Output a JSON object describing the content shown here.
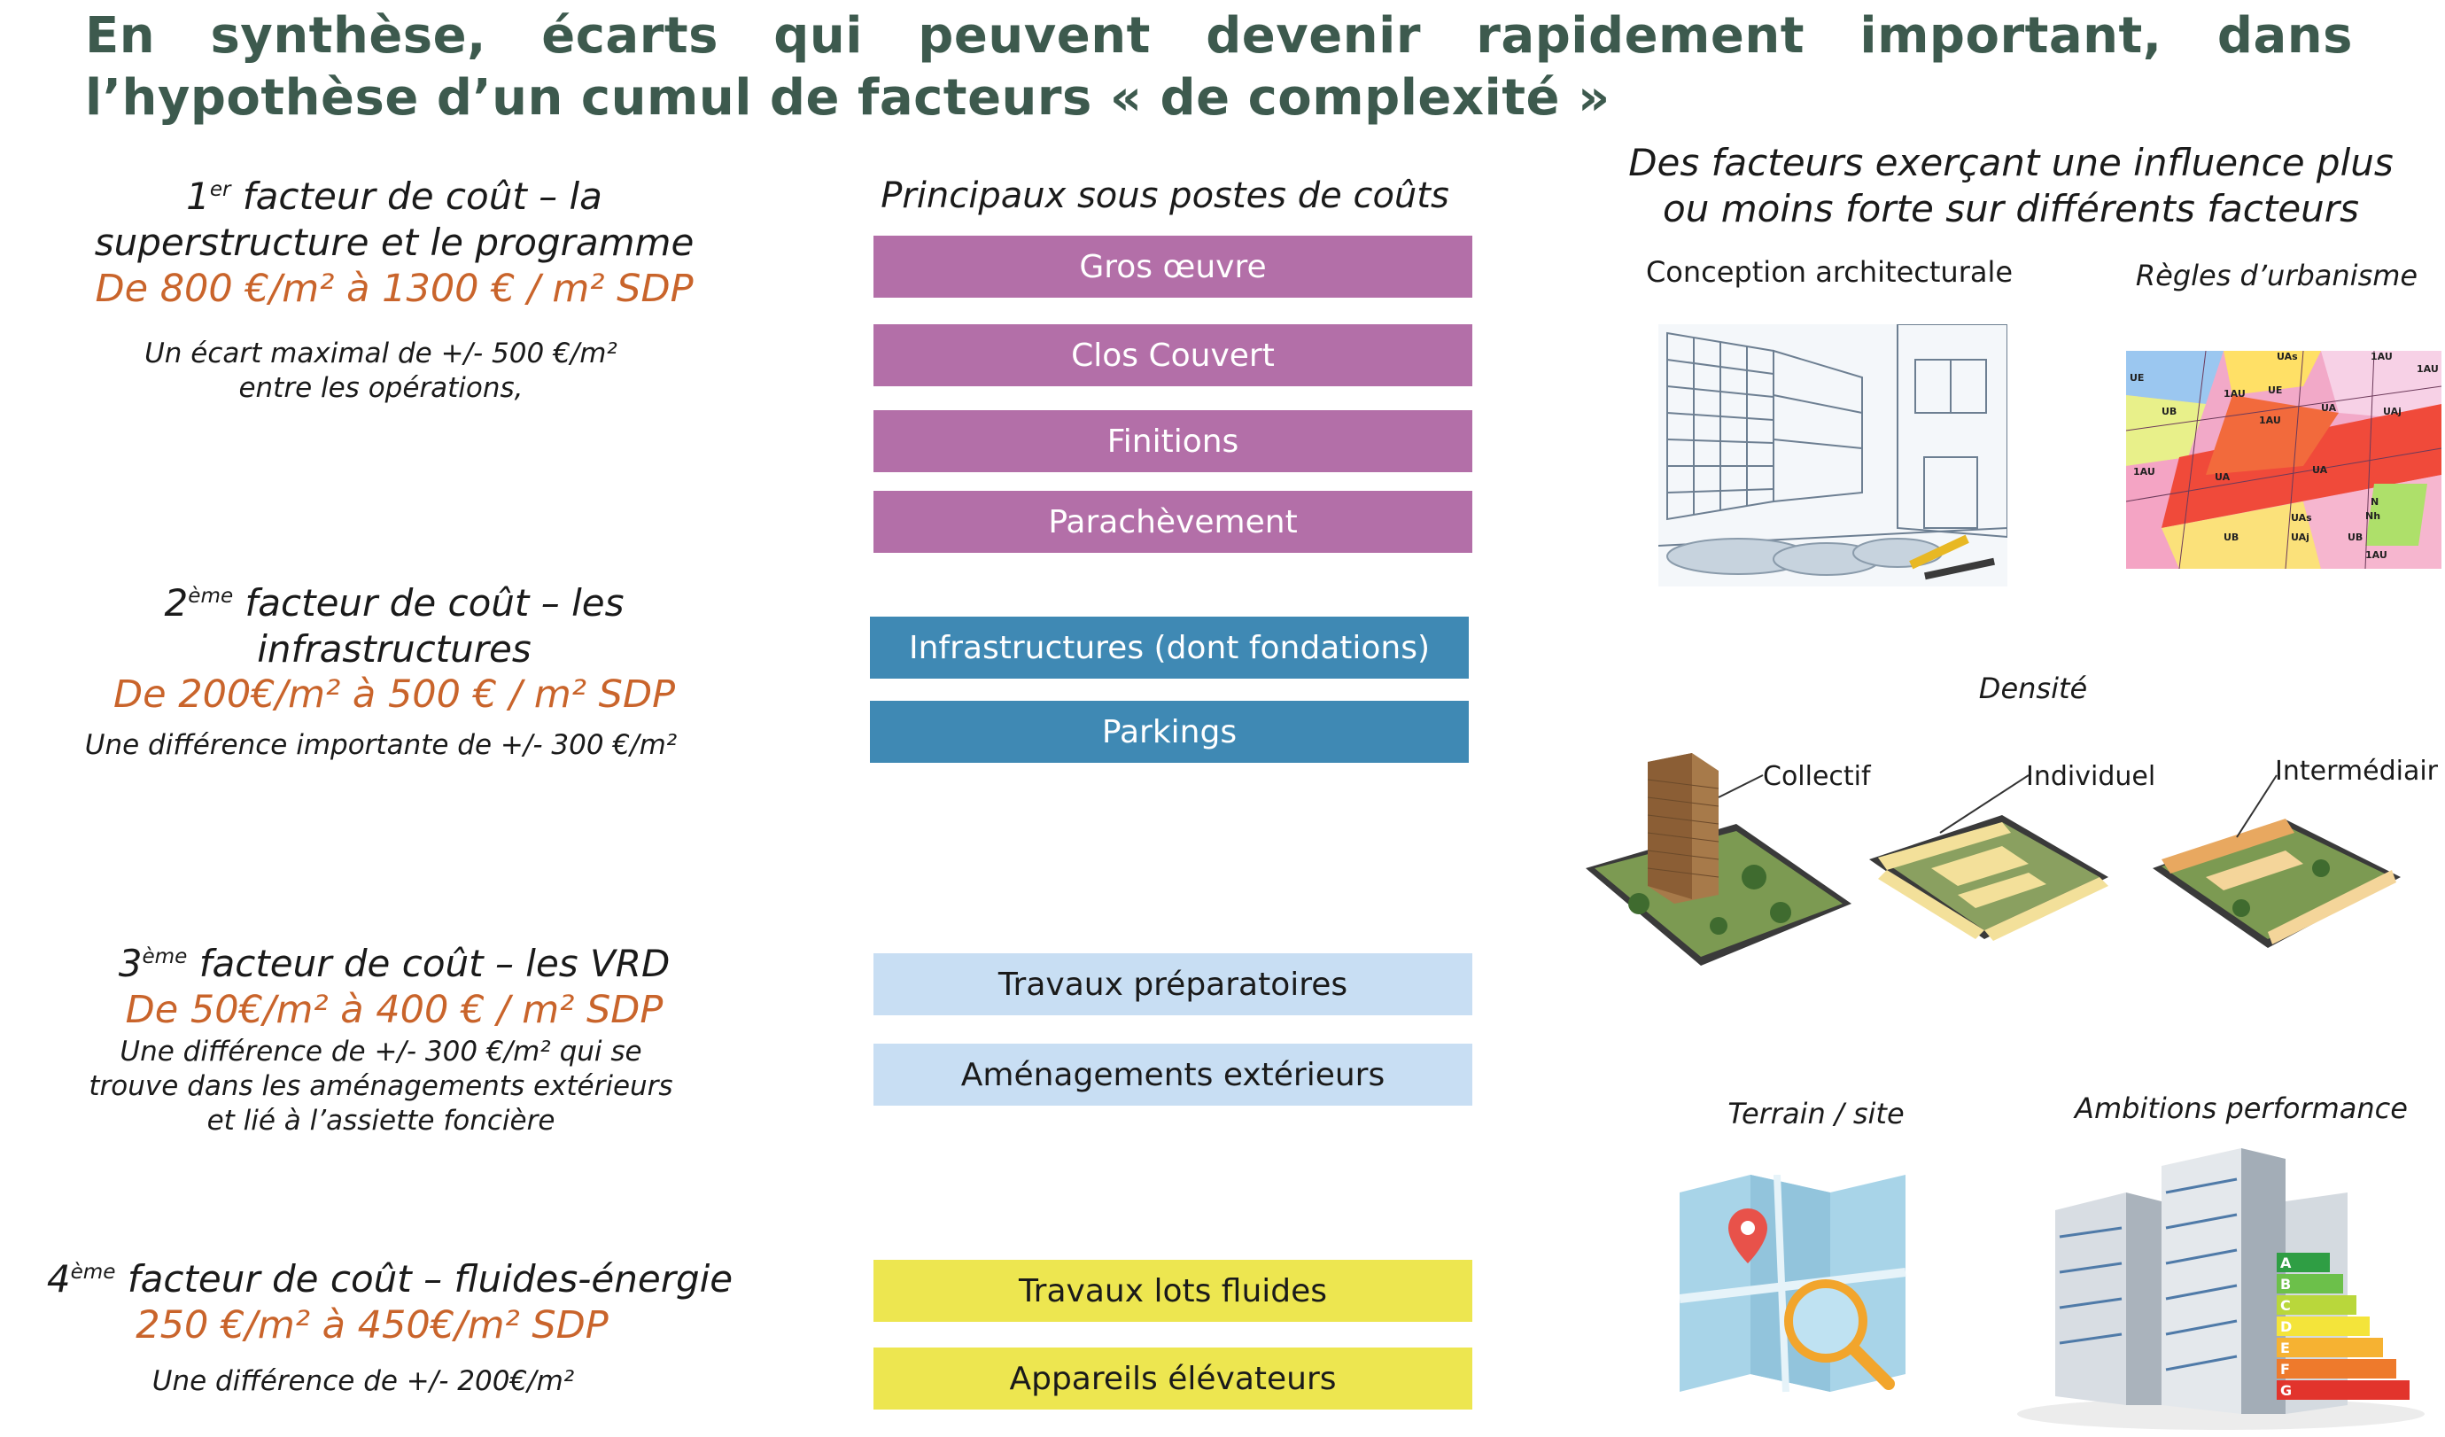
{
  "title": "En synthèse, écarts qui peuvent devenir rapidement important, dans l’hypothèse d’un cumul de facteurs « de complexité »",
  "factors": [
    {
      "ordinal": "1",
      "suffix": "er",
      "heading_a": " facteur de coût – la",
      "heading_b": "superstructure et le programme",
      "cost": "De 800 €/m² à 1300 € / m² SDP",
      "note_a": "Un écart maximal de +/- 500 €/m²",
      "note_b": "entre les opérations,"
    },
    {
      "ordinal": "2",
      "suffix": "ème",
      "heading_a": " facteur de coût – les",
      "heading_b": "infrastructures",
      "cost": "De 200€/m² à 500 € / m² SDP",
      "note_a": "Une différence importante de +/- 300 €/m²"
    },
    {
      "ordinal": "3",
      "suffix": "ème",
      "heading_a": " facteur de coût – les VRD",
      "cost": "De 50€/m² à 400 € / m² SDP",
      "note_a": "Une différence de +/- 300 €/m² qui se",
      "note_b": "trouve dans les aménagements extérieurs",
      "note_c": "et lié à l’assiette foncière"
    },
    {
      "ordinal": "4",
      "suffix": "ème",
      "heading_a": " facteur de coût – fluides-énergie",
      "cost": "250 €/m² à 450€/m² SDP",
      "note_a": "Une différence de +/- 200€/m²"
    }
  ],
  "middle": {
    "heading": "Principaux sous postes de coûts",
    "bars": [
      "Gros œuvre",
      "Clos Couvert",
      "Finitions",
      "Parachèvement",
      "Infrastructures (dont fondations)",
      "Parkings",
      "Travaux préparatoires",
      "Aménagements extérieurs",
      "Travaux lots fluides",
      "Appareils élévateurs"
    ]
  },
  "right": {
    "heading_a": "Des facteurs exerçant une influence plus",
    "heading_b": "ou moins forte sur différents facteurs",
    "conception": "Conception architecturale",
    "urbanisme": "Règles d’urbanisme",
    "densite": "Densité",
    "collectif": "Collectif",
    "individuel": "Individuel",
    "intermediaire": "Intermédiair",
    "terrain": "Terrain / site",
    "ambitions": "Ambitions performance",
    "zones": [
      "UE",
      "UB",
      "1AU",
      "UE",
      "UAs",
      "1AU",
      "UA",
      "UAj",
      "1AU",
      "UA",
      "UA",
      "UAs",
      "UB",
      "UAj",
      "UB",
      "N",
      "Nh",
      "1AU",
      "1AU",
      "1AU"
    ],
    "energy_classes": [
      "A",
      "B",
      "C",
      "D",
      "E",
      "F",
      "G"
    ]
  }
}
